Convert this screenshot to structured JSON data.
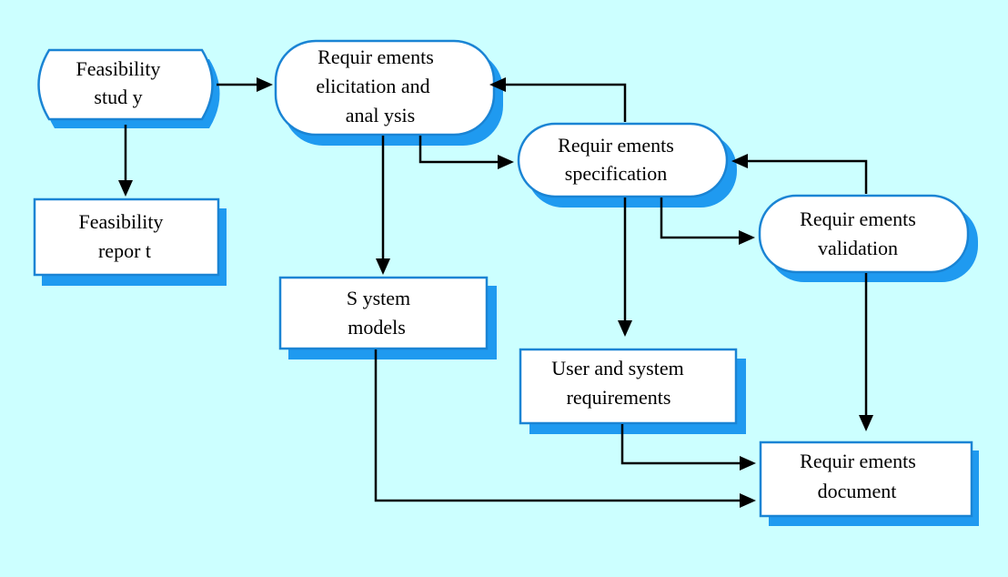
{
  "nodes": {
    "feasibility_study": {
      "line1": "Feasibility",
      "line2": "stud y"
    },
    "feasibility_report": {
      "line1": "Feasibility",
      "line2": "repor t"
    },
    "elicitation": {
      "line1": "Requir ements",
      "line2": "elicitation and",
      "line3": "anal ysis"
    },
    "specification": {
      "line1": "Requir ements",
      "line2": "specification"
    },
    "validation": {
      "line1": "Requir ements",
      "line2": "validation"
    },
    "system_models": {
      "line1": "S ystem",
      "line2": "models"
    },
    "user_system_requirements": {
      "line1": "User and system",
      "line2": "requirements"
    },
    "requirements_document": {
      "line1": "Requir ements",
      "line2": "document"
    }
  },
  "colors": {
    "background": "#ccffff",
    "shadow": "#1f9af0",
    "box_fill": "#ffffff",
    "box_border": "#1a84d4",
    "arrow": "#000000"
  }
}
